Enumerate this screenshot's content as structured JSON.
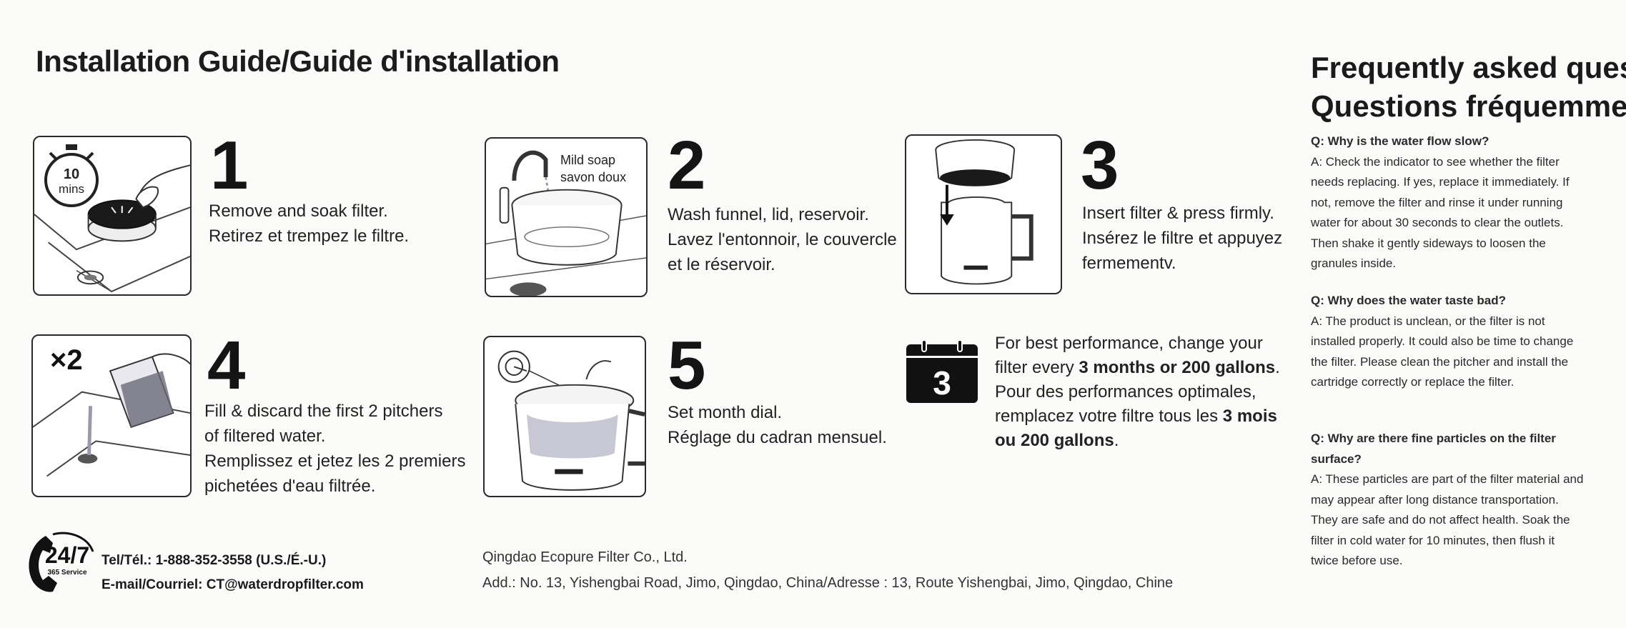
{
  "title": "Installation Guide/Guide d'installation",
  "steps": [
    {
      "number": "1",
      "lines": [
        "Remove and soak filter.",
        "Retirez et trempez le filtre."
      ],
      "timer_label": "10",
      "timer_unit": "mins"
    },
    {
      "number": "2",
      "lines": [
        "Wash funnel, lid, reservoir.",
        "Lavez l'entonnoir, le couvercle",
        "et le réservoir."
      ],
      "soap_label": [
        "Mild soap",
        "savon doux"
      ]
    },
    {
      "number": "3",
      "lines": [
        "Insert filter & press firmly.",
        "Insérez le filtre et appuyez",
        "fermementv."
      ]
    },
    {
      "number": "4",
      "lines": [
        "Fill & discard the first 2 pitchers",
        "of filtered water.",
        "Remplissez et jetez les 2 premiers",
        "pichetées d'eau filtrée."
      ],
      "count_label": "×2"
    },
    {
      "number": "5",
      "lines": [
        "Set month dial.",
        "Réglage du cadran mensuel."
      ]
    }
  ],
  "tip": {
    "calendar_number": "3",
    "line1": "For best performance, change your",
    "line2_pre": "filter every ",
    "line2_bold": "3 months or 200 gallons",
    "line2_post": ".",
    "line3": "Pour des performances optimales,",
    "line4_pre": "remplacez votre filtre tous les ",
    "line4_bold": "3 mois",
    "line5_bold": "ou 200 gallons",
    "line5_post": "."
  },
  "contact": {
    "badge_main": "24/7",
    "badge_sub": "365 Service",
    "phone": "Tel/Tél.: 1-888-352-3558 (U.S./É.-U.)",
    "email": "E-mail/Courriel: CT@waterdropfilter.com"
  },
  "company": {
    "name": "Qingdao Ecopure Filter Co., Ltd.",
    "address": "Add.: No. 13, Yishengbai Road, Jimo, Qingdao, China/Adresse : 13, Route Yishengbai, Jimo, Qingdao, Chine"
  },
  "faq": {
    "title_lines": [
      "Frequently asked ques",
      "Questions fréquemme"
    ],
    "items": [
      {
        "q": "Q: Why is the water flow slow?",
        "a": [
          "A: Check the indicator to see whether the filter",
          "needs replacing. If yes, replace it immediately. If",
          "not, remove the filter and rinse it under running",
          "water for about 30 seconds to clear the outlets.",
          "Then shake it gently sideways to loosen the",
          "granules inside."
        ]
      },
      {
        "q": "Q: Why does the water taste bad?",
        "a": [
          "A: The product is unclean, or the filter is not",
          "installed properly. It could also be time to change",
          "the filter. Please clean the pitcher and install the",
          "cartridge correctly or replace the filter."
        ]
      },
      {
        "q": [
          "Q: Why are there fine particles on the filter",
          "surface?"
        ],
        "a": [
          "A: These particles are part of the filter material and",
          "may appear after long distance transportation.",
          "They are safe and do not affect health. Soak the",
          "filter in cold water for 10 minutes, then flush it",
          "twice before use."
        ]
      }
    ]
  }
}
